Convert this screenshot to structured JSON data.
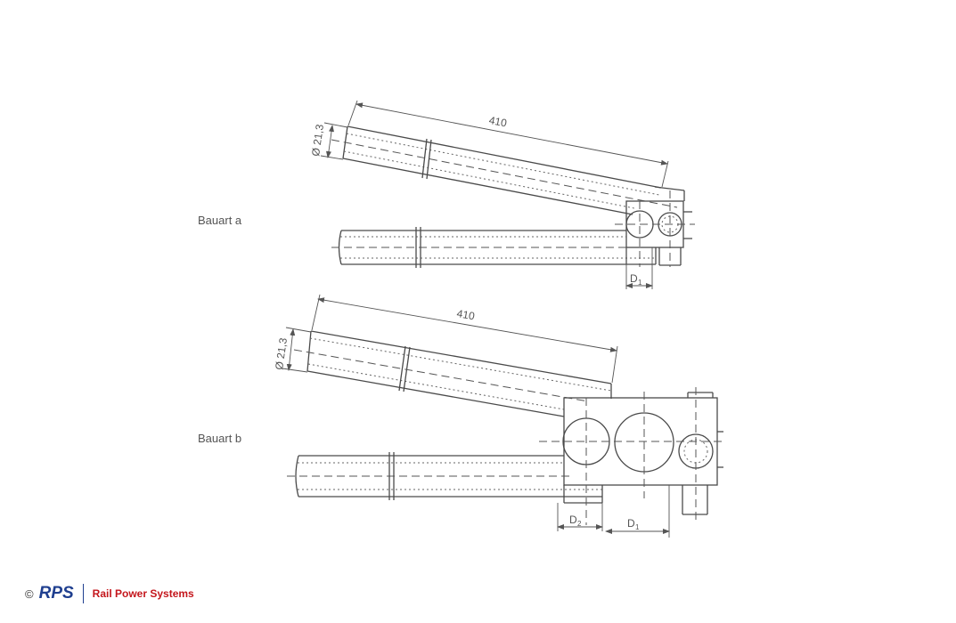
{
  "diagram": {
    "variant_a": {
      "label": "Bauart a",
      "length": "410",
      "diameter": "Ø 21,3",
      "d1": "D",
      "d1_sub": "1"
    },
    "variant_b": {
      "label": "Bauart b",
      "length": "410",
      "diameter": "Ø 21,3",
      "d1": "D",
      "d1_sub": "1",
      "d2": "D",
      "d2_sub": "2"
    }
  },
  "footer": {
    "copyright": "©",
    "logo": "RPS",
    "company": "Rail Power Systems",
    "colors": {
      "logo_blue": "#1f3f8f",
      "company_red": "#c4161c"
    }
  }
}
